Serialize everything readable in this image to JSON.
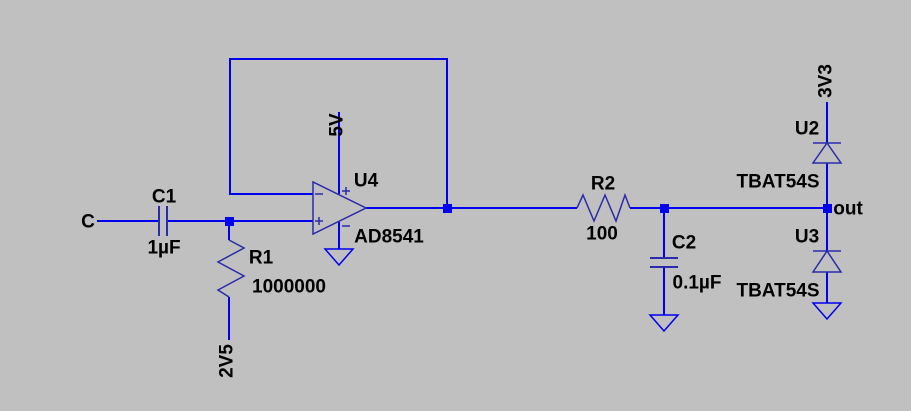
{
  "canvas": {
    "background": "#c0c0c0",
    "wire_color": "#0000ee",
    "symbol_color": "#2a2aaa",
    "text_color": "#000000"
  },
  "components": {
    "input": {
      "net": "C"
    },
    "c1": {
      "ref": "C1",
      "value": "1µF"
    },
    "r1": {
      "ref": "R1",
      "value": "1000000",
      "net": "2V5"
    },
    "opamp": {
      "ref": "U4",
      "part": "AD8541",
      "supply": "5V"
    },
    "r2": {
      "ref": "R2",
      "value": "100"
    },
    "c2": {
      "ref": "C2",
      "value": "0.1µF"
    },
    "u2": {
      "ref": "U2",
      "part": "TBAT54S",
      "net": "3V3"
    },
    "u3": {
      "ref": "U3",
      "part": "TBAT54S"
    },
    "out": {
      "net": "out"
    }
  }
}
